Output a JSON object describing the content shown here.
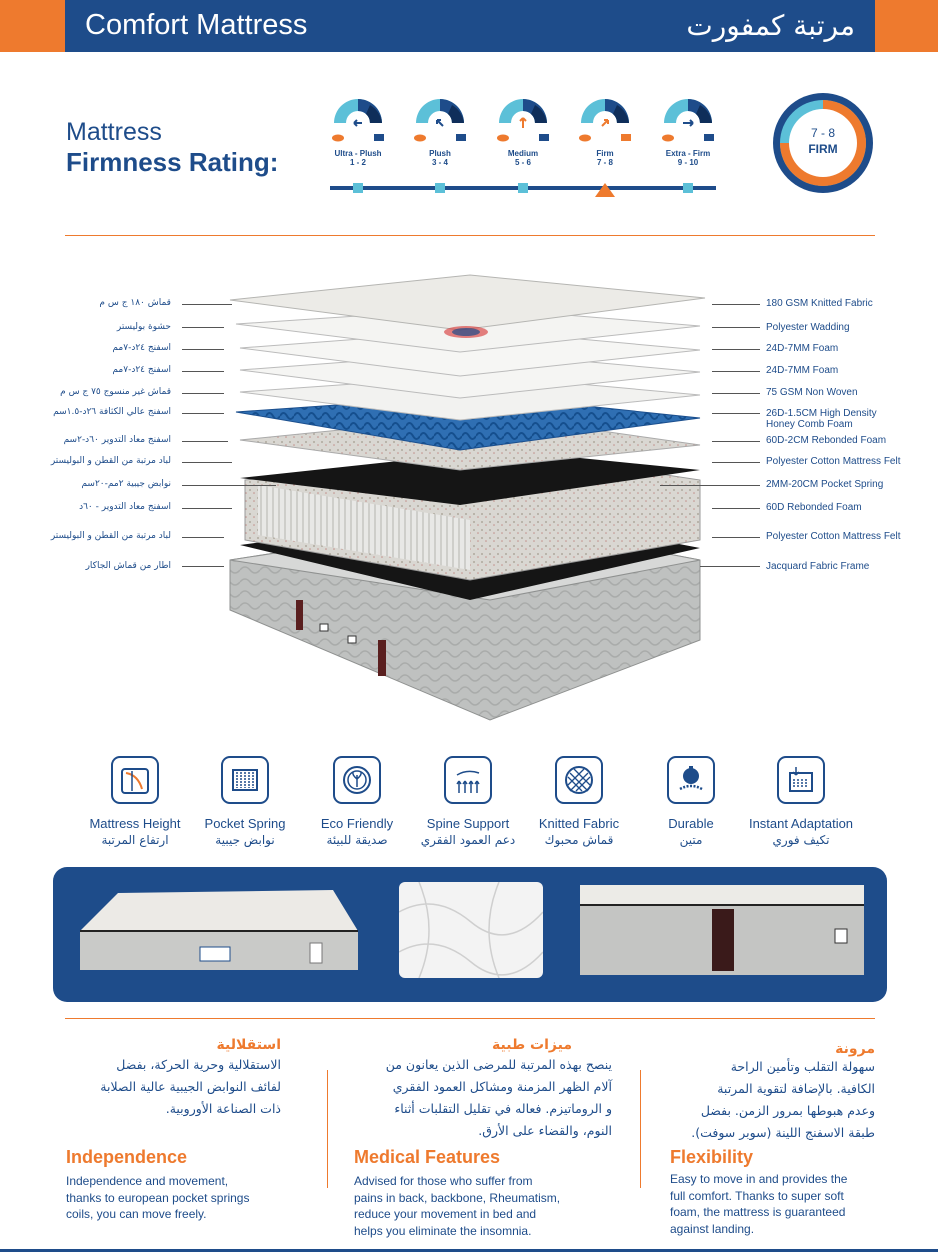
{
  "header": {
    "title_en": "Comfort Mattress",
    "title_ar": "مرتبة  كمفورت"
  },
  "firmness": {
    "title_line1": "Mattress",
    "title_line2": "Firmness Rating:",
    "scale": [
      {
        "name": "Ultra - Plush",
        "range": "1 - 2",
        "arrow": "left"
      },
      {
        "name": "Plush",
        "range": "3 - 4",
        "arrow": "up-left"
      },
      {
        "name": "Medium",
        "range": "5 - 6",
        "arrow": "up"
      },
      {
        "name": "Firm",
        "range": "7 - 8",
        "arrow": "up-right"
      },
      {
        "name": "Extra - Firm",
        "range": "9 - 10",
        "arrow": "right"
      }
    ],
    "selected_index": 3,
    "badge_value": "7 - 8",
    "badge_label": "FIRM"
  },
  "layers": [
    {
      "en": "180 GSM Knitted Fabric",
      "ar": "قماش ١٨٠ ج س م"
    },
    {
      "en": "Polyester Wadding",
      "ar": "حشوة  بوليستر"
    },
    {
      "en": "24D-7MM Foam",
      "ar": "اسفنج ٢٤د-٧مم"
    },
    {
      "en": "24D-7MM Foam",
      "ar": "اسفنج ٢٤د-٧مم"
    },
    {
      "en": "75 GSM Non Woven",
      "ar": "قماش غير منسوج ٧٥ ج س م"
    },
    {
      "en": "26D-1.5CM High Density",
      "en2": "Honey Comb Foam",
      "ar": "اسفنج عالي الكثافة ٢٦د-١.٥سم"
    },
    {
      "en": "60D-2CM Rebonded Foam",
      "ar": "اسفنج معاد التدوير ٦٠د-٢سم"
    },
    {
      "en": "Polyester Cotton Mattress Felt",
      "ar": "لباد مرتبة من القطن و البوليستر"
    },
    {
      "en": "2MM-20CM Pocket Spring",
      "ar": "نوابض جيبية ٢مم-٢٠سم"
    },
    {
      "en": "60D Rebonded Foam",
      "ar": "اسفنج معاد التدوير - ٦٠د"
    },
    {
      "en": "Polyester Cotton Mattress Felt",
      "ar": "لباد مرتبة من القطن و البوليستر"
    },
    {
      "en": "Jacquard Fabric Frame",
      "ar": "اطار من قماش الجاكار"
    }
  ],
  "features": [
    {
      "en": "Mattress Height",
      "ar": "ارتفاع المرتبة",
      "icon": "mattress-height-icon"
    },
    {
      "en": "Pocket Spring",
      "ar": "نوابض جيبية",
      "icon": "pocket-spring-icon"
    },
    {
      "en": "Eco Friendly",
      "ar": "صديقة للبيئة",
      "icon": "eco-friendly-icon"
    },
    {
      "en": "Spine Support",
      "ar": "دعم العمود الفقري",
      "icon": "spine-support-icon"
    },
    {
      "en": "Knitted Fabric",
      "ar": "قماش محبوك",
      "icon": "knitted-fabric-icon"
    },
    {
      "en": "Durable",
      "ar": "متين",
      "icon": "durable-icon"
    },
    {
      "en": "Instant Adaptation",
      "ar": "تكيف فوري",
      "icon": "instant-adaptation-icon"
    }
  ],
  "columns": {
    "independence": {
      "ar_title": "استقلالية",
      "ar_lines": [
        "الاستقلالية وحرية الحركة، بفضل",
        "لفائف النوابض الجيبية عالية الصلابة",
        "ذات الصناعة الأوروبية."
      ],
      "en_title": "Independence",
      "en_lines": [
        "Independence and movement,",
        "thanks to european pocket springs",
        "coils, you can move freely."
      ]
    },
    "medical": {
      "ar_title": "ميزات طبية",
      "ar_lines": [
        "ينصح بهذه المرتبة للمرضى الذين يعانون من",
        "آلام الظهر المزمنة ومشاكل العمود الفقري",
        "و الروماتيزم. فعاله في تقليل التقلبات أثناء",
        "النوم، والقضاء على الأرق."
      ],
      "en_title": "Medical Features",
      "en_lines": [
        "Advised for those who suffer from",
        "pains in back, backbone, Rheumatism,",
        "reduce your movement in bed and",
        "helps you eliminate the insomnia."
      ]
    },
    "flexibility": {
      "ar_title": "مرونة",
      "ar_lines": [
        "سهولة التقلب وتأمين الراحة",
        "الكافية. بالإضافة لتقوية المرتبة",
        "وعدم هبوطها  بمرور الزمن. بفضل",
        "طبقة الاسفنج اللينة (سوبر سوفت)."
      ],
      "en_title": "Flexibility",
      "en_lines": [
        "Easy to move in and provides the",
        "full comfort. Thanks to super soft",
        "foam, the mattress is guaranteed",
        "against landing."
      ]
    }
  },
  "colors": {
    "navy": "#1e4c8a",
    "orange": "#ee7a2e",
    "cyan": "#5cc0d8"
  }
}
